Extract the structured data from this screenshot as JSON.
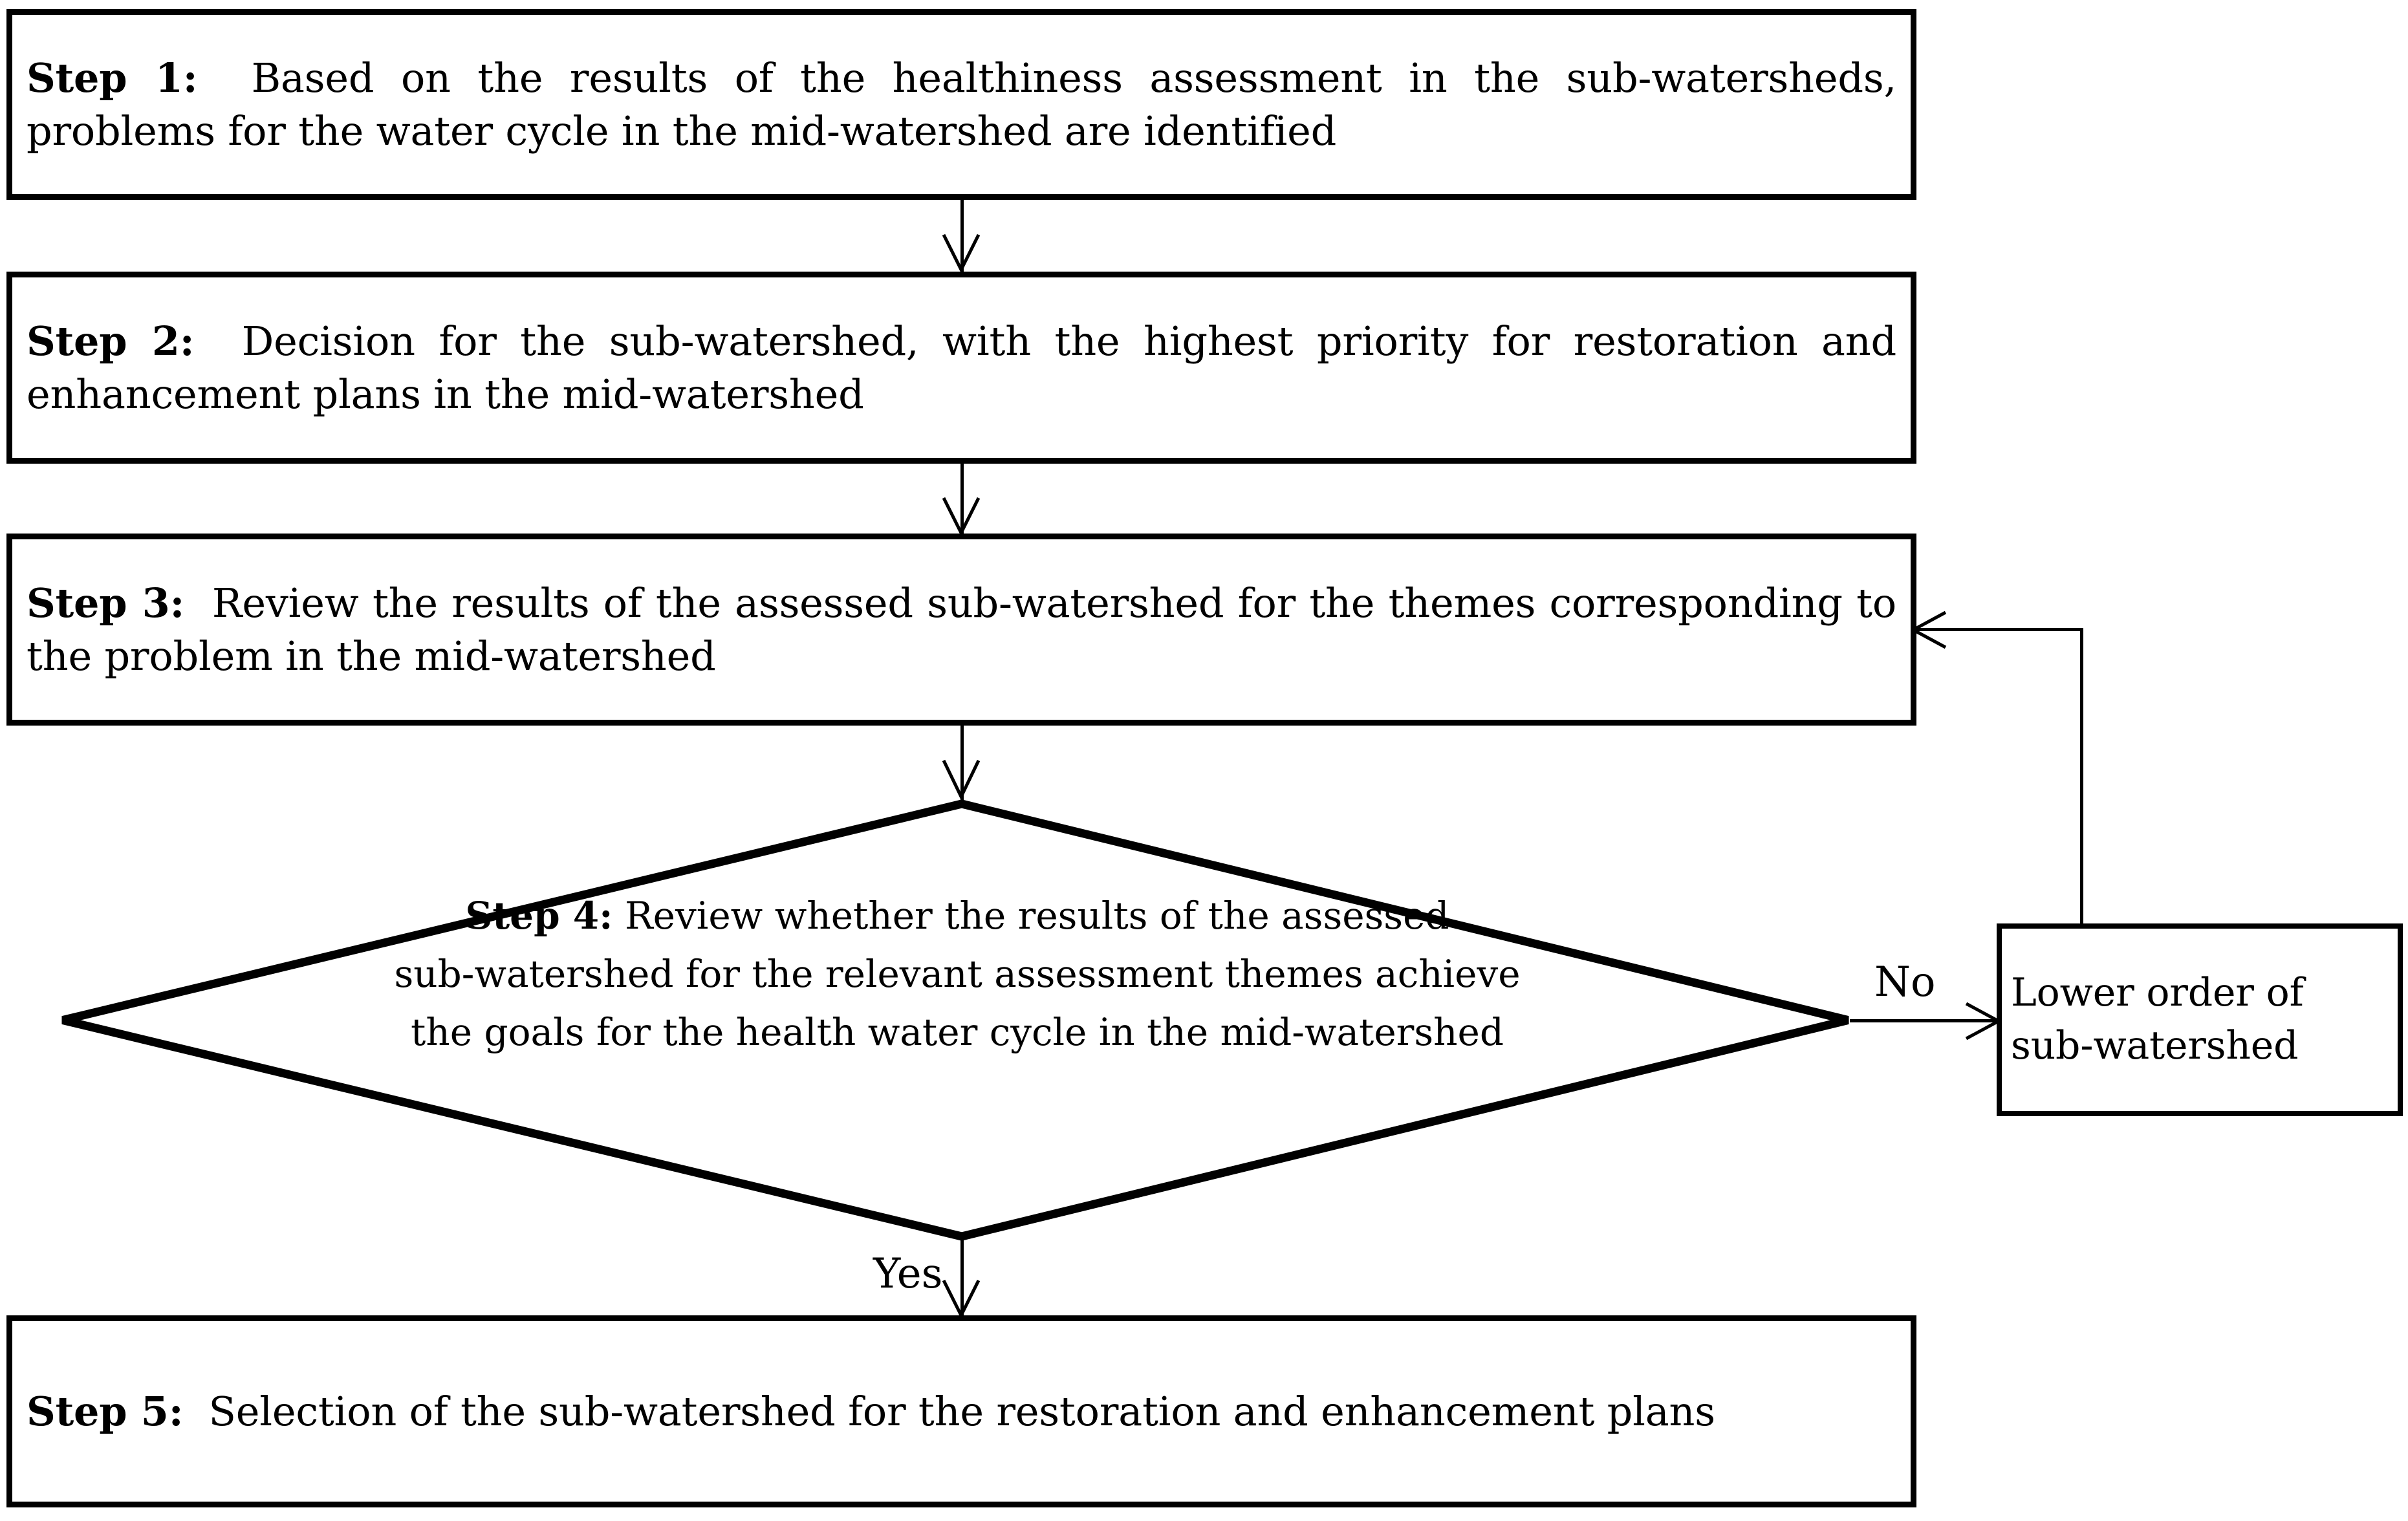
{
  "diagram": {
    "title": "Sub-watershed restoration and enhancement plan selection flowchart",
    "colors": {
      "stroke": "#000000",
      "fill": "#ffffff",
      "text": "#000000"
    },
    "nodes": {
      "step1": {
        "label": "Step 1:",
        "text": "Based on the results of the healthiness assessment in the sub-watersheds, problems for the water cycle in the mid-watershed are identified",
        "shape": "rectangle"
      },
      "step2": {
        "label": "Step 2:",
        "text": "Decision for the sub-watershed, with the highest priority for restoration and enhancement plans in the mid-watershed",
        "shape": "rectangle"
      },
      "step3": {
        "label": "Step 3:",
        "text": "Review the results of the assessed sub-watershed for the themes corresponding to the problem in the mid-watershed",
        "shape": "rectangle"
      },
      "step4": {
        "label": "Step 4:",
        "line1": "Review whether the results of the assessed",
        "line2": "sub-watershed for the relevant assessment themes achieve",
        "line3": "the goals for the health water cycle in the mid-watershed",
        "shape": "diamond"
      },
      "step5": {
        "label": "Step 5:",
        "text": "Selection of the sub-watershed for the restoration and enhancement plans",
        "shape": "rectangle"
      },
      "lower_order": {
        "line1": "Lower order of",
        "line2": "sub-watershed",
        "shape": "rectangle"
      }
    },
    "edges": {
      "no_label": "No",
      "yes_label": "Yes"
    }
  }
}
